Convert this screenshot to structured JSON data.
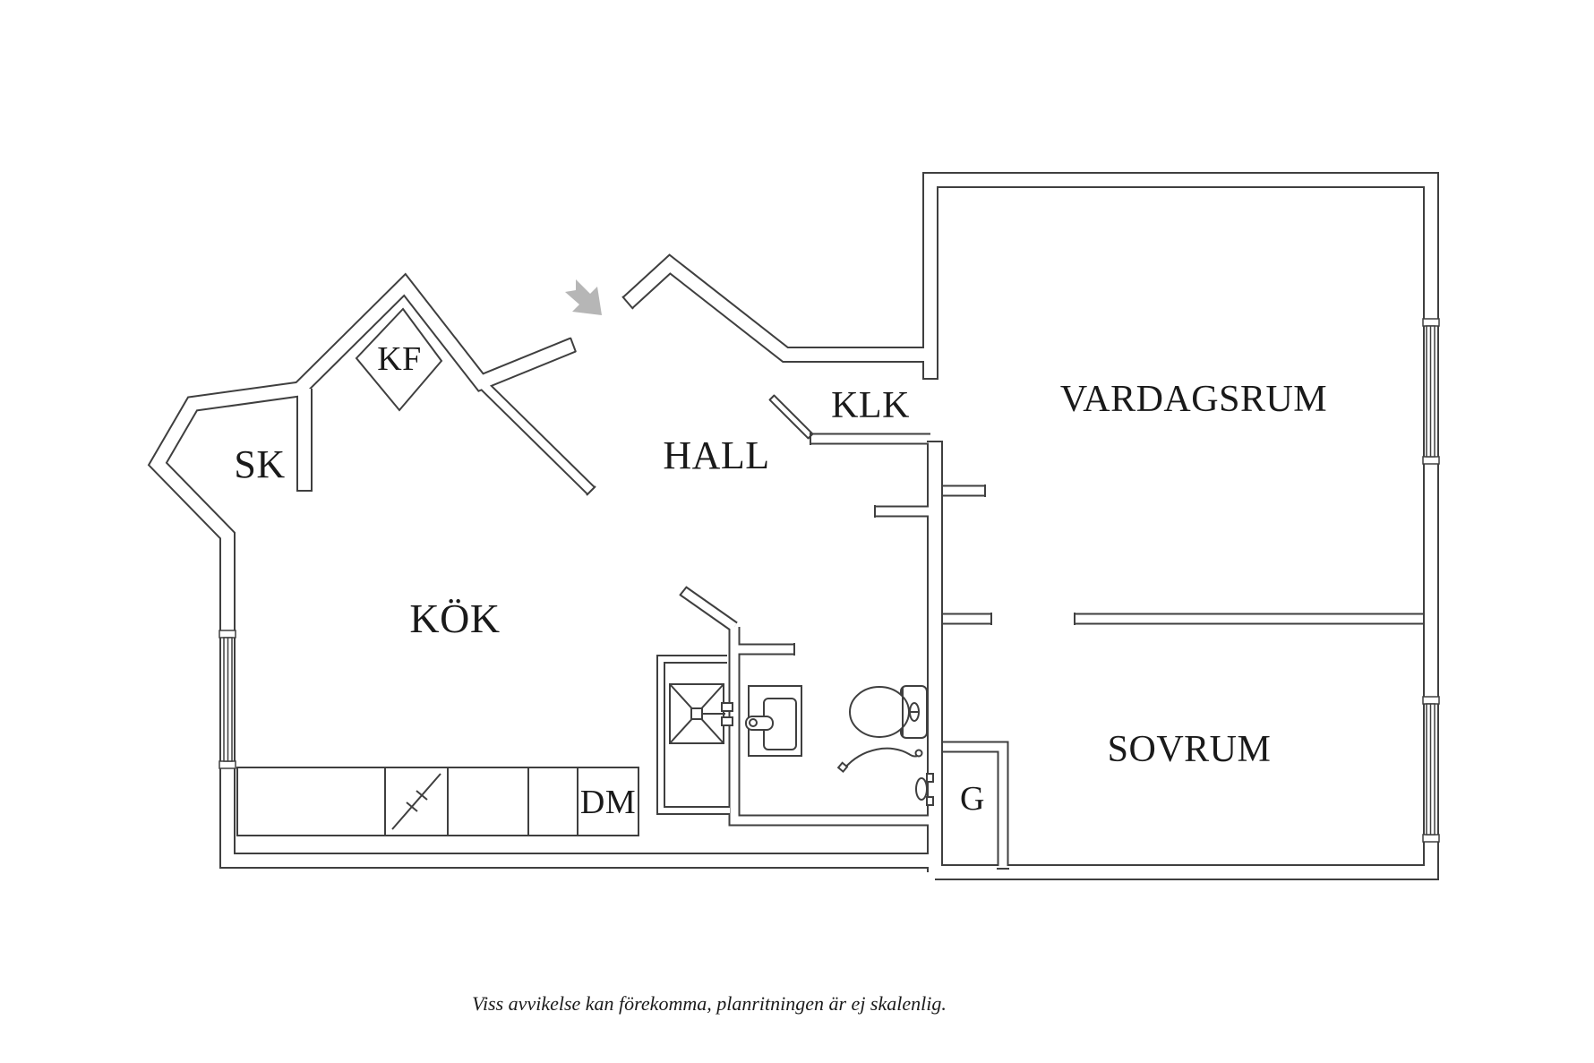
{
  "floorplan": {
    "rooms": [
      {
        "id": "sk",
        "label": "SK"
      },
      {
        "id": "kf",
        "label": "KF"
      },
      {
        "id": "hall",
        "label": "HALL"
      },
      {
        "id": "klk",
        "label": "KLK"
      },
      {
        "id": "vardagsrum",
        "label": "VARDAGSRUM"
      },
      {
        "id": "kok",
        "label": "KÖK"
      },
      {
        "id": "dm",
        "label": "DM"
      },
      {
        "id": "g",
        "label": "G"
      },
      {
        "id": "sovrum",
        "label": "SOVRUM"
      }
    ],
    "caption": "Viss avvikelse kan förekomma, planritningen är ej skalenlig.",
    "colors": {
      "wall_line": "#3f3f3f",
      "label_text": "#1a1a1a",
      "entrance_arrow": "#b6b6b6",
      "background": "#ffffff"
    },
    "fixtures": [
      "entrance-arrow",
      "kitchen-window",
      "livingroom-window",
      "bedroom-window",
      "shower",
      "bathroom-sink",
      "toilet",
      "stove",
      "kitchen-counter",
      "dishwasher",
      "closet-door"
    ]
  }
}
